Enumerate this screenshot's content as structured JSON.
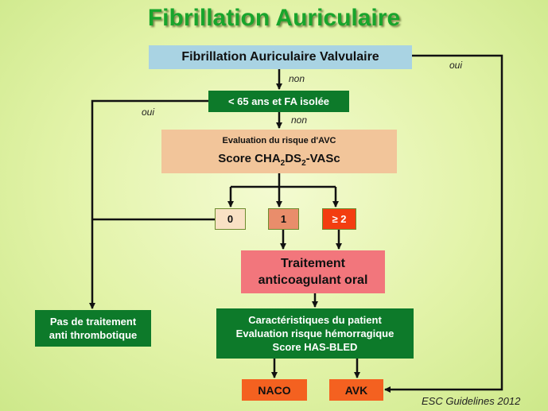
{
  "title": "Fibrillation Auriculaire",
  "nodes": {
    "valvulaire": "Fibrillation Auriculaire Valvulaire",
    "age": "< 65 ans et FA isolée",
    "eval_line1": "Evaluation du risque  d'AVC",
    "score_prefix": "Score CHA",
    "score_sub1": "2",
    "score_mid": "DS",
    "score_sub2": "2",
    "score_suffix": "-VASc",
    "score0": "0",
    "score1": "1",
    "score2": "≥ 2",
    "traitement_line1": "Traitement",
    "traitement_line2": "anticoagulant oral",
    "pas_line1": "Pas de traitement",
    "pas_line2": "anti thrombotique",
    "car_line1": "Caractéristiques du patient",
    "car_line2": "Evaluation risque hémorragique",
    "car_line3": "Score HAS-BLED",
    "naco": "NACO",
    "avk": "AVK"
  },
  "labels": {
    "non1": "non",
    "non2": "non",
    "oui_left": "oui",
    "oui_right": "oui"
  },
  "footer": "ESC Guidelines 2012",
  "colors": {
    "title": "#18a52c",
    "green_box": "#0d7a2a",
    "blue_box": "#a9d3e3",
    "eval_box": "#f2c59a",
    "score0": "#f9e1c4",
    "score1": "#e98d6b",
    "score2": "#f33d10",
    "traitement": "#f2767c",
    "naco_avk": "#f46120"
  }
}
